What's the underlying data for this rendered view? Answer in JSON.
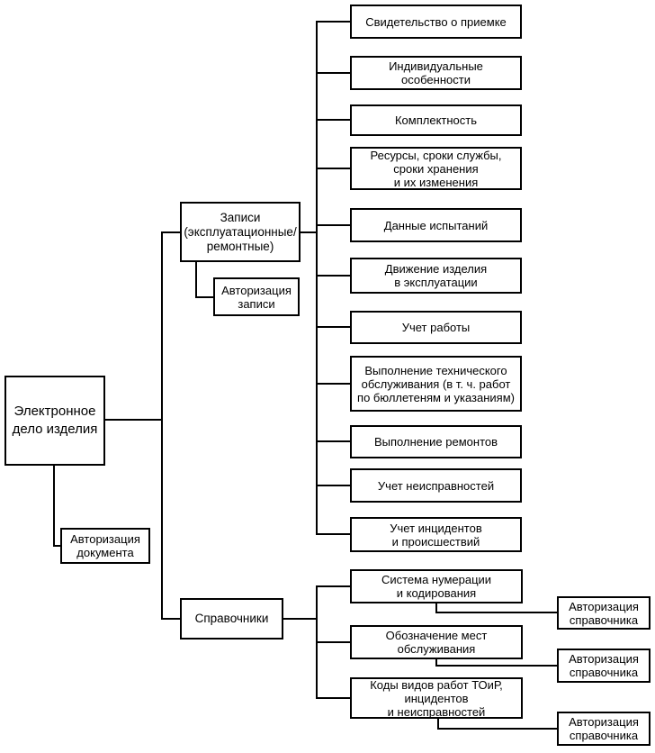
{
  "diagram": {
    "title_hint": "Структура электронного дела изделия",
    "colors": {
      "line": "#000000",
      "box_border": "#000000",
      "box_fill": "#ffffff",
      "text": "#000000",
      "background": "#ffffff"
    },
    "root": {
      "label": "Электронное\nдело изделия"
    },
    "document_auth": {
      "label": "Авторизация\nдокумента"
    },
    "records": {
      "label": "Записи\n(эксплуатационные/\nремонтные)"
    },
    "records_auth": {
      "label": "Авторизация\nзаписи"
    },
    "record_types": [
      {
        "label": "Свидетельство о приемке"
      },
      {
        "label": "Индивидуальные\nособенности"
      },
      {
        "label": "Комплектность"
      },
      {
        "label": "Ресурсы, сроки службы,\nсроки хранения\nи их изменения"
      },
      {
        "label": "Данные испытаний"
      },
      {
        "label": "Движение изделия\nв эксплуатации"
      },
      {
        "label": "Учет работы"
      },
      {
        "label": "Выполнение технического\nобслуживания (в т. ч. работ\nпо бюллетеням и указаниям)"
      },
      {
        "label": "Выполнение ремонтов"
      },
      {
        "label": "Учет неисправностей"
      },
      {
        "label": "Учет инцидентов\nи происшествий"
      }
    ],
    "dictionaries": {
      "label": "Справочники"
    },
    "dictionary_types": [
      {
        "label": "Система нумерации\nи кодирования",
        "auth_label": "Авторизация\nсправочника"
      },
      {
        "label": "Обозначение мест\nобслуживания",
        "auth_label": "Авторизация\nсправочника"
      },
      {
        "label": "Коды видов работ ТОиР,\nинцидентов\nи неисправностей",
        "auth_label": "Авторизация\nсправочника"
      }
    ]
  }
}
